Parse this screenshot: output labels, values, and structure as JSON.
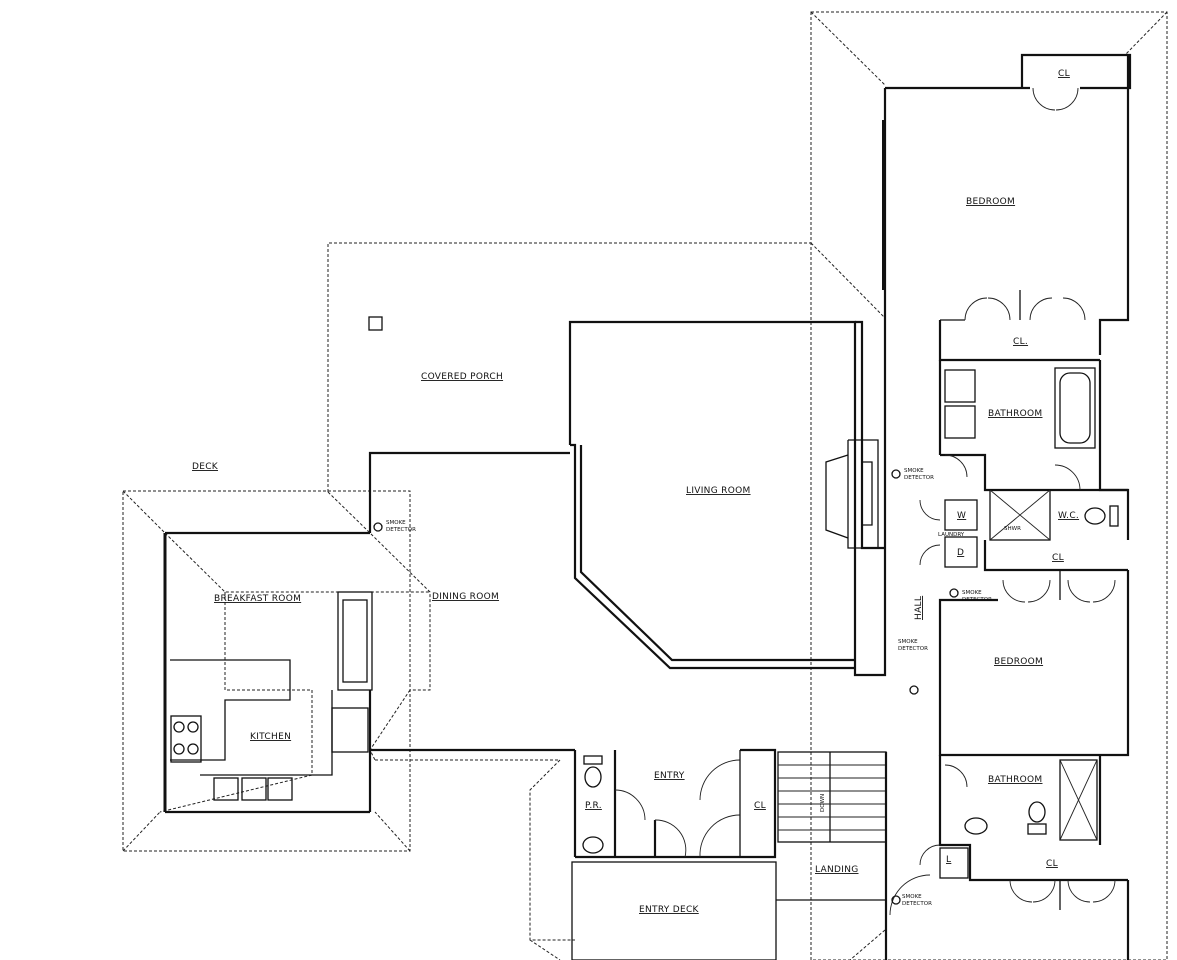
{
  "rooms": {
    "bedroom_top": "BEDROOM",
    "cl_top": "CL",
    "cl_upper": "CL.",
    "bathroom_upper": "BATHROOM",
    "covered_porch": "COVERED PORCH",
    "living_room": "LIVING ROOM",
    "deck": "DECK",
    "breakfast_room": "BREAKFAST ROOM",
    "dining_room": "DINING ROOM",
    "kitchen": "KITCHEN",
    "wc": "W.C.",
    "cl_mid": "CL",
    "hall": "HALL",
    "bedroom_mid": "BEDROOM",
    "entry": "ENTRY",
    "cl_entry": "CL",
    "pr": "P.R.",
    "bathroom_lower": "BATHROOM",
    "l_closet": "L",
    "cl_lower": "CL",
    "landing": "LANDING",
    "entry_deck": "ENTRY DECK",
    "washer": "W",
    "dryer": "D",
    "laundry": "LAUNDRY",
    "shower": "SHWR",
    "down": "DOWN"
  },
  "smoke_detector": {
    "line1": "SMOKE",
    "line2": "DETECTOR"
  }
}
